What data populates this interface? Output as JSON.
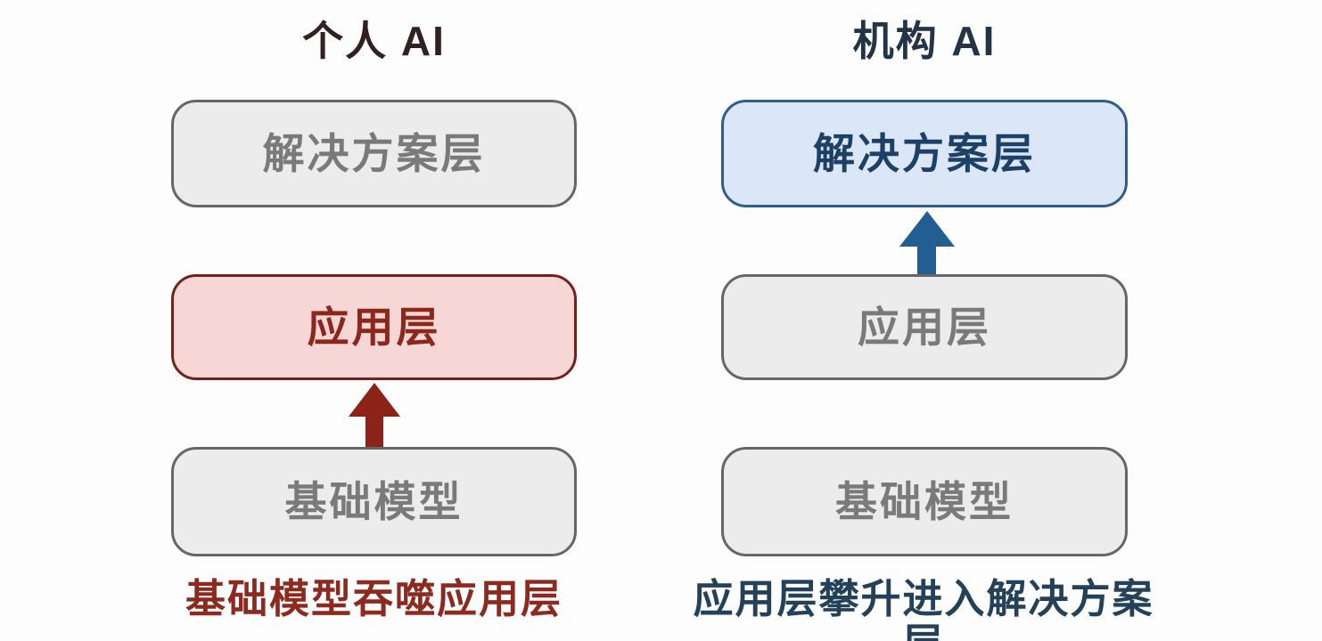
{
  "left": {
    "title": "个人 AI",
    "solution_box": "解决方案层",
    "app_box": "应用层",
    "foundation_box": "基础模型",
    "caption": "基础模型吞噬应用层",
    "arrow": "up-arrow from 基础模型 to 应用层"
  },
  "right": {
    "title": "机构 AI",
    "solution_box": "解决方案层",
    "app_box": "应用层",
    "foundation_box": "基础模型",
    "caption": "应用层攀升进入解决方案层",
    "arrow": "up-arrow from 应用层 to 解决方案层"
  },
  "colors": {
    "title_left": "#332122",
    "title_right": "#233447",
    "gray_fill": "#ececec",
    "gray_border": "#666666",
    "gray_text": "#7a7a7a",
    "red_fill": "#f6d7d5",
    "red_border": "#76201c",
    "red_text": "#8c271e",
    "red_arrow": "#8b2318",
    "blue_fill": "#dbe7f6",
    "blue_border": "#2f5d8e",
    "blue_text": "#1c4066",
    "blue_arrow": "#225e92",
    "caption_left": "#8c2a1f",
    "caption_right": "#234159",
    "background": "#fdfdfd"
  }
}
